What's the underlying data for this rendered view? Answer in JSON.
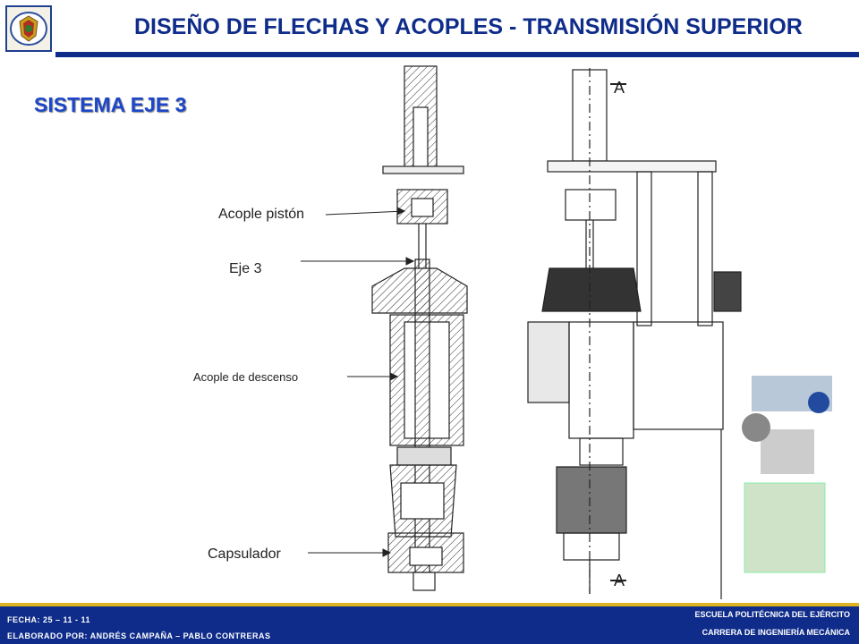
{
  "header": {
    "title": "DISEÑO DE FLECHAS Y ACOPLES - TRANSMISIÓN SUPERIOR",
    "logo_icon": "university-crest-icon"
  },
  "section": {
    "title": "SISTEMA EJE 3"
  },
  "labels": {
    "acople_piston": "Acople pistón",
    "eje_3": "Eje 3",
    "acople_descenso": "Acople de descenso",
    "capsulador": "Capsulador"
  },
  "drawing": {
    "section_marker_top": "A",
    "section_marker_bottom": "A"
  },
  "footer": {
    "fecha": "FECHA: 25 – 11 - 11",
    "elaborado": "ELABORADO POR: ANDRÉS CAMPAÑA – PABLO CONTRERAS",
    "institucion": "ESCUELA POLITÉCNICA DEL EJÉRCITO",
    "carrera": "CARRERA DE INGENIERÍA MECÁNICA"
  },
  "colors": {
    "primary": "#0f2c8a",
    "accent": "#e0b323",
    "section_title": "#1d47c8"
  }
}
